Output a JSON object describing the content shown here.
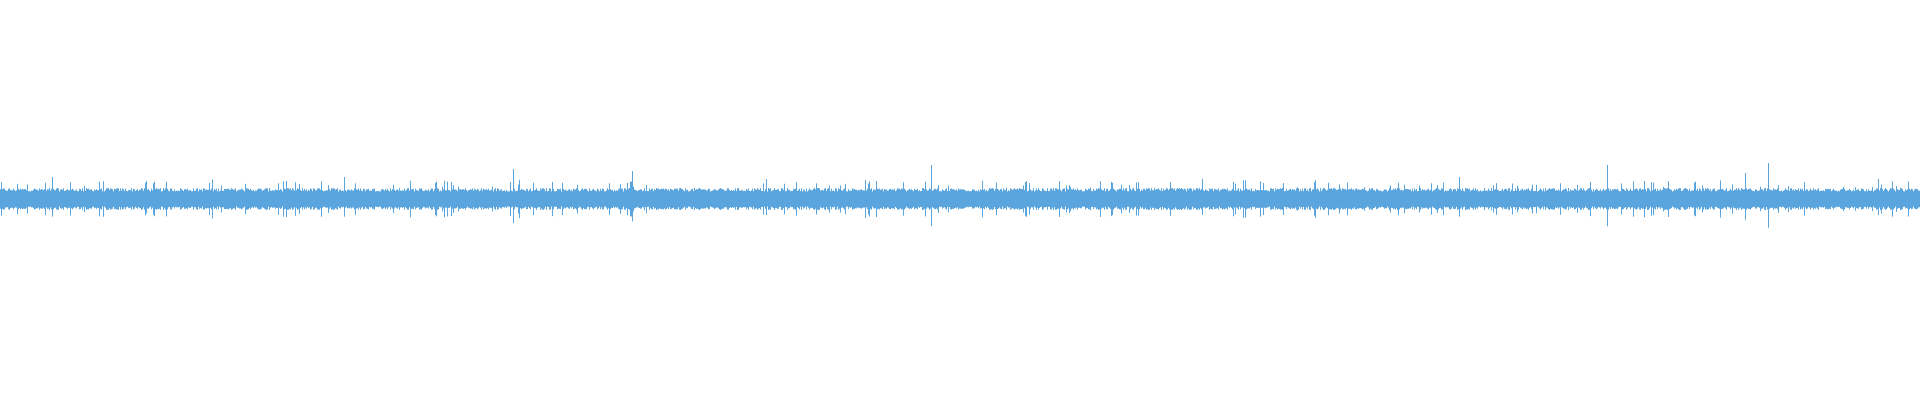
{
  "waveform": {
    "color": "#5aa5de",
    "background": "#ffffff",
    "baseline_level": 0.1,
    "peak_level": 0.36,
    "peaks": [
      {
        "t": 0.027,
        "level": 0.22
      },
      {
        "t": 0.076,
        "level": 0.18
      },
      {
        "t": 0.179,
        "level": 0.22
      },
      {
        "t": 0.267,
        "level": 0.3
      },
      {
        "t": 0.329,
        "level": 0.28
      },
      {
        "t": 0.399,
        "level": 0.2
      },
      {
        "t": 0.485,
        "level": 0.34
      },
      {
        "t": 0.626,
        "level": 0.2
      },
      {
        "t": 0.76,
        "level": 0.22
      },
      {
        "t": 0.837,
        "level": 0.34
      },
      {
        "t": 0.909,
        "level": 0.26
      },
      {
        "t": 0.921,
        "level": 0.36
      },
      {
        "t": 0.978,
        "level": 0.2
      }
    ]
  }
}
